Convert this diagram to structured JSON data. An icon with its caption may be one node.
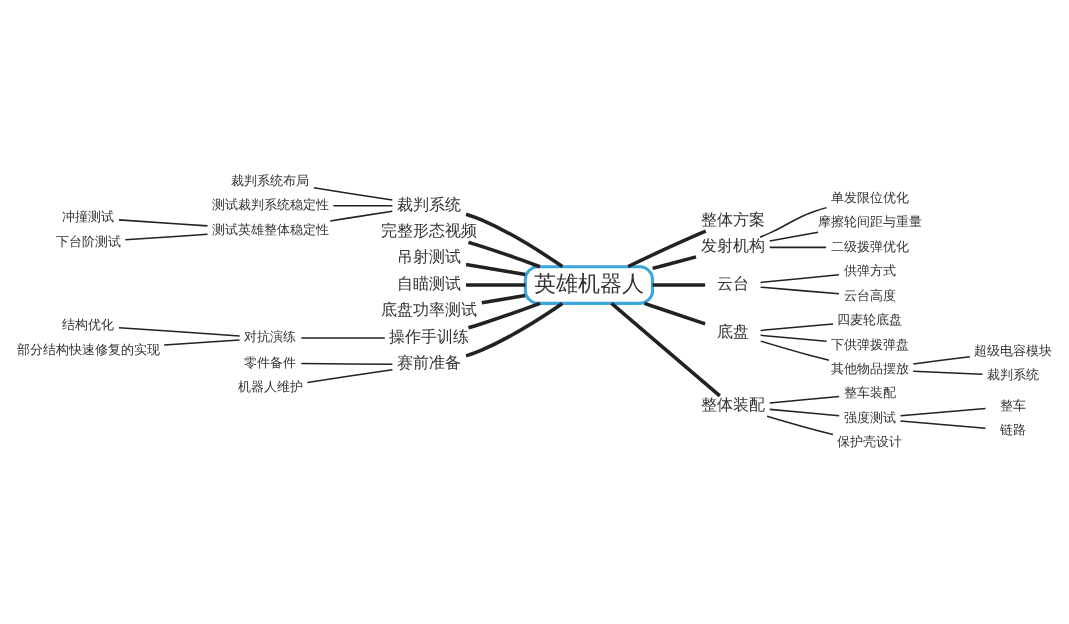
{
  "diagram": {
    "nodes": [
      {
        "text": [
          "英雄机器人"
        ]
      },
      {
        "text": [
          "整体方案"
        ]
      },
      {
        "text": [
          "发射机构"
        ]
      },
      {
        "text": [
          "单发限位优化"
        ]
      },
      {
        "text": [
          "摩擦轮间距与重量"
        ]
      },
      {
        "text": [
          "二级拨弹优化"
        ]
      },
      {
        "text": [
          "云台"
        ]
      },
      {
        "text": [
          "供弹方式"
        ]
      },
      {
        "text": [
          "云台高度"
        ]
      },
      {
        "text": [
          "底盘"
        ]
      },
      {
        "text": [
          "四麦轮底盘"
        ]
      },
      {
        "text": [
          "下供弹拨弹盘"
        ]
      },
      {
        "text": [
          "其他物品摆放"
        ]
      },
      {
        "text": [
          "超级电容模块"
        ]
      },
      {
        "text": [
          "裁判系统"
        ]
      },
      {
        "text": [
          "整体装配"
        ]
      },
      {
        "text": [
          "整车装配"
        ]
      },
      {
        "text": [
          "强度测试"
        ]
      },
      {
        "text": [
          "整车"
        ]
      },
      {
        "text": [
          "链路"
        ]
      },
      {
        "text": [
          "保护壳设计"
        ]
      },
      {
        "text": [
          "裁判系统"
        ]
      },
      {
        "text": [
          "裁判系统布局"
        ]
      },
      {
        "text": [
          "测试裁判系统稳定性"
        ]
      },
      {
        "text": [
          "测试英雄整体稳定性"
        ]
      },
      {
        "text": [
          "冲撞测试"
        ]
      },
      {
        "text": [
          "下台阶测试"
        ]
      },
      {
        "text": [
          "完整形态视频"
        ]
      },
      {
        "text": [
          "吊射测试"
        ]
      },
      {
        "text": [
          "自瞄测试"
        ]
      },
      {
        "text": [
          "底盘功率测试"
        ]
      },
      {
        "text": [
          "操作手训练"
        ]
      },
      {
        "text": [
          "对抗演练"
        ]
      },
      {
        "text": [
          "结构优化"
        ]
      },
      {
        "text": [
          "部分结构快速修复的实现"
        ]
      },
      {
        "text": [
          "赛前准备"
        ]
      },
      {
        "text": [
          "零件备件"
        ]
      },
      {
        "text": [
          "机器人维护"
        ]
      }
    ],
    "edges": [
      {
        "from": 0,
        "to": 1,
        "arrow": "none",
        "style": "thick"
      },
      {
        "from": 0,
        "to": 2,
        "arrow": "none",
        "style": "thick"
      },
      {
        "from": 2,
        "to": 3,
        "arrow": "none"
      },
      {
        "from": 2,
        "to": 4,
        "arrow": "none"
      },
      {
        "from": 2,
        "to": 5,
        "arrow": "none"
      },
      {
        "from": 0,
        "to": 6,
        "arrow": "none",
        "style": "thick"
      },
      {
        "from": 6,
        "to": 7,
        "arrow": "none"
      },
      {
        "from": 6,
        "to": 8,
        "arrow": "none"
      },
      {
        "from": 0,
        "to": 9,
        "arrow": "none",
        "style": "thick"
      },
      {
        "from": 9,
        "to": 10,
        "arrow": "none"
      },
      {
        "from": 9,
        "to": 11,
        "arrow": "none"
      },
      {
        "from": 9,
        "to": 12,
        "arrow": "none"
      },
      {
        "from": 12,
        "to": 13,
        "arrow": "none"
      },
      {
        "from": 12,
        "to": 14,
        "arrow": "none"
      },
      {
        "from": 0,
        "to": 15,
        "arrow": "none",
        "style": "thick"
      },
      {
        "from": 15,
        "to": 16,
        "arrow": "none"
      },
      {
        "from": 15,
        "to": 17,
        "arrow": "none"
      },
      {
        "from": 17,
        "to": 18,
        "arrow": "none"
      },
      {
        "from": 17,
        "to": 19,
        "arrow": "none"
      },
      {
        "from": 15,
        "to": 20,
        "arrow": "none"
      },
      {
        "from": 0,
        "to": 21,
        "arrow": "none",
        "style": "thick"
      },
      {
        "from": 21,
        "to": 22,
        "arrow": "none"
      },
      {
        "from": 21,
        "to": 23,
        "arrow": "none"
      },
      {
        "from": 21,
        "to": 24,
        "arrow": "none"
      },
      {
        "from": 24,
        "to": 25,
        "arrow": "none"
      },
      {
        "from": 24,
        "to": 26,
        "arrow": "none"
      },
      {
        "from": 0,
        "to": 27,
        "arrow": "none",
        "style": "thick"
      },
      {
        "from": 0,
        "to": 28,
        "arrow": "none",
        "style": "thick"
      },
      {
        "from": 0,
        "to": 29,
        "arrow": "none",
        "style": "thick"
      },
      {
        "from": 0,
        "to": 30,
        "arrow": "none",
        "style": "thick"
      },
      {
        "from": 0,
        "to": 31,
        "arrow": "none",
        "style": "thick"
      },
      {
        "from": 31,
        "to": 32,
        "arrow": "none"
      },
      {
        "from": 32,
        "to": 33,
        "arrow": "none"
      },
      {
        "from": 32,
        "to": 34,
        "arrow": "none"
      },
      {
        "from": 0,
        "to": 35,
        "arrow": "none",
        "style": "thick"
      },
      {
        "from": 35,
        "to": 36,
        "arrow": "none"
      },
      {
        "from": 35,
        "to": 37,
        "arrow": "none"
      }
    ]
  }
}
